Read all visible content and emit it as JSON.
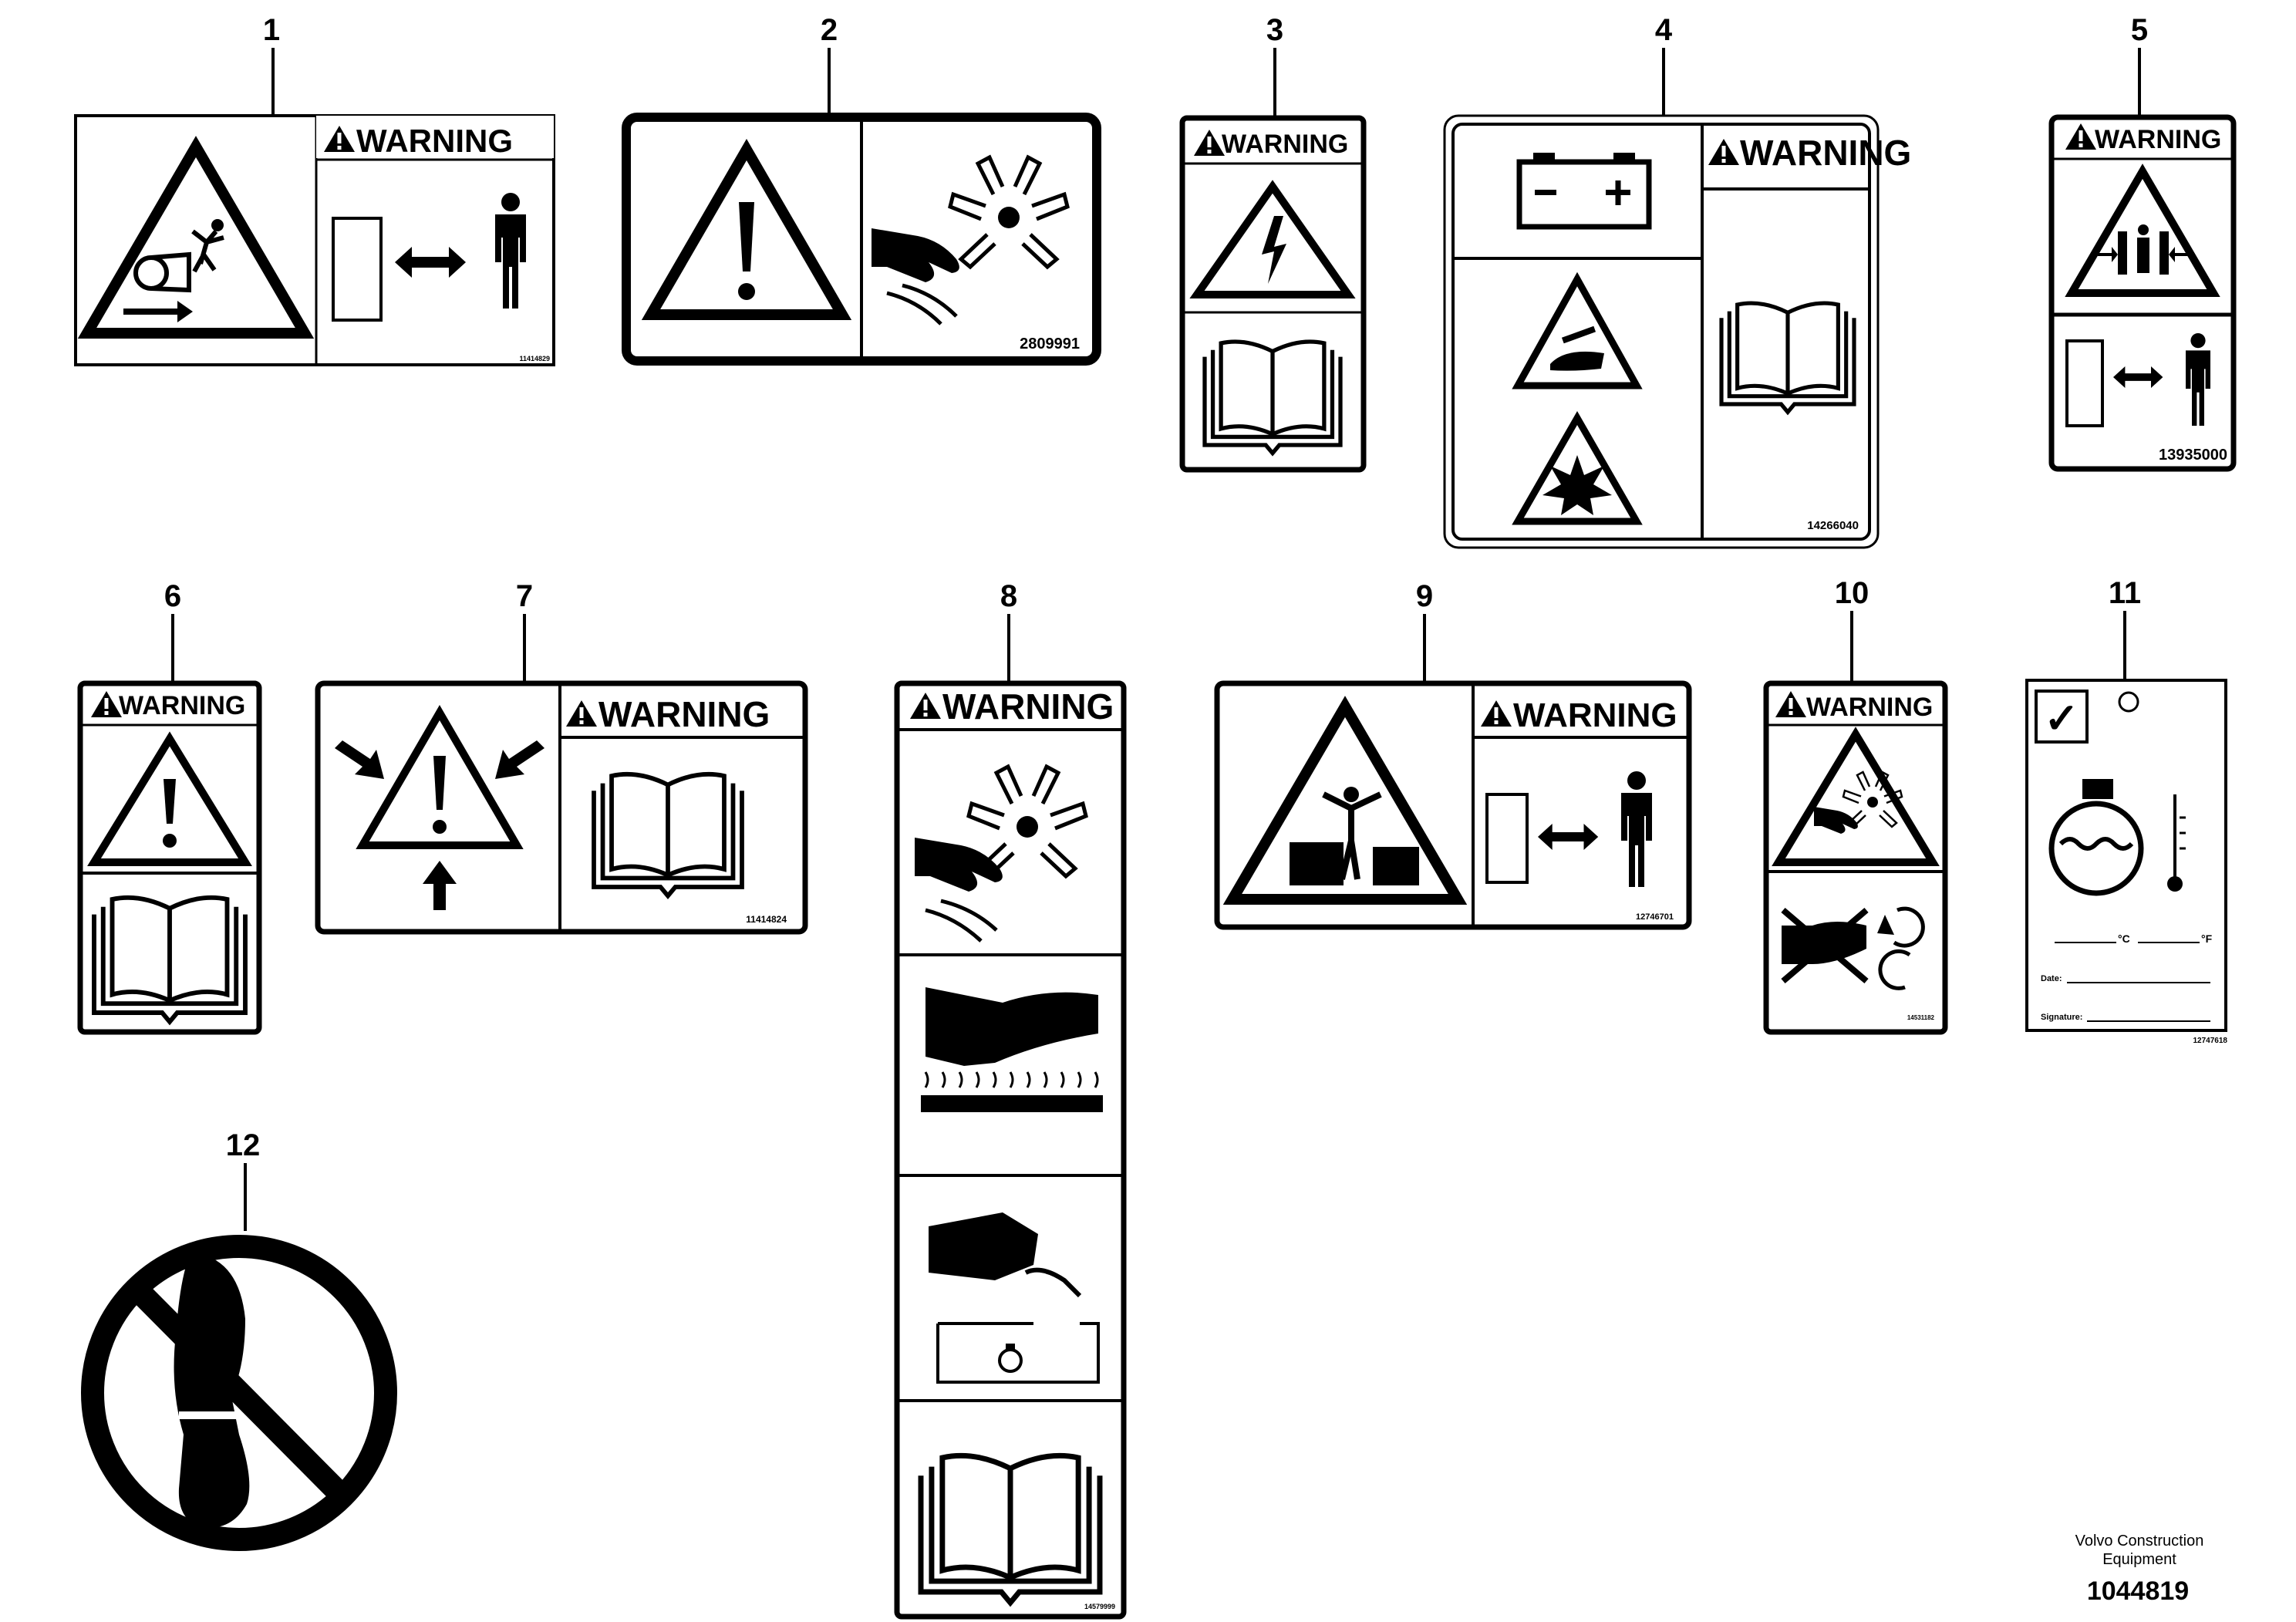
{
  "callouts": [
    "1",
    "2",
    "3",
    "4",
    "5",
    "6",
    "7",
    "8",
    "9",
    "10",
    "11",
    "12"
  ],
  "signal_word": "WARNING",
  "decals": {
    "d1": {
      "part_no": "11414829"
    },
    "d2": {
      "part_no": "2809991"
    },
    "d4": {
      "part_no": "14266040"
    },
    "d5": {
      "part_no": "13935000"
    },
    "d7": {
      "part_no": "11414824"
    },
    "d8": {
      "part_no": "14579999"
    },
    "d9": {
      "part_no": "12746701"
    },
    "d10": {
      "part_no": "14531182"
    },
    "d11": {
      "part_no": "12747618",
      "celsius": "°C",
      "fahrenheit": "°F",
      "date_label": "Date:",
      "signature_label": "Signature:",
      "check_mark": "✓"
    }
  },
  "footer": {
    "company_line1": "Volvo Construction",
    "company_line2": "Equipment",
    "figure_no": "1044819"
  },
  "icons": [
    "warning-triangle-icon",
    "arrow-icon",
    "person-icon",
    "book-icon",
    "battery-icon",
    "lightning-icon",
    "explosion-icon",
    "corrosive-icon",
    "hand-icon",
    "fan-icon",
    "engine-coolant-icon",
    "thermometer-icon",
    "no-step-icon",
    "rotation-icon",
    "crush-icon"
  ]
}
